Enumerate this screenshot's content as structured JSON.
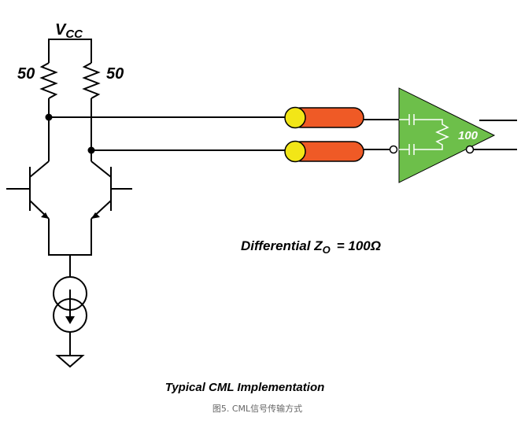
{
  "diagram": {
    "supply_label": "V",
    "supply_subscript": "CC",
    "resistor_left_label": "50",
    "resistor_right_label": "50",
    "receiver_termination_label": "100",
    "impedance_prefix": "Differential Z",
    "impedance_subscript": "O",
    "impedance_suffix": "= 100Ω",
    "title": "Typical CML Implementation",
    "caption": "图5. CML信号传输方式"
  },
  "colors": {
    "cable_body": "#ef5a26",
    "cable_end": "#f2e617",
    "receiver_fill": "#6dbf4a",
    "wire": "#000000"
  }
}
